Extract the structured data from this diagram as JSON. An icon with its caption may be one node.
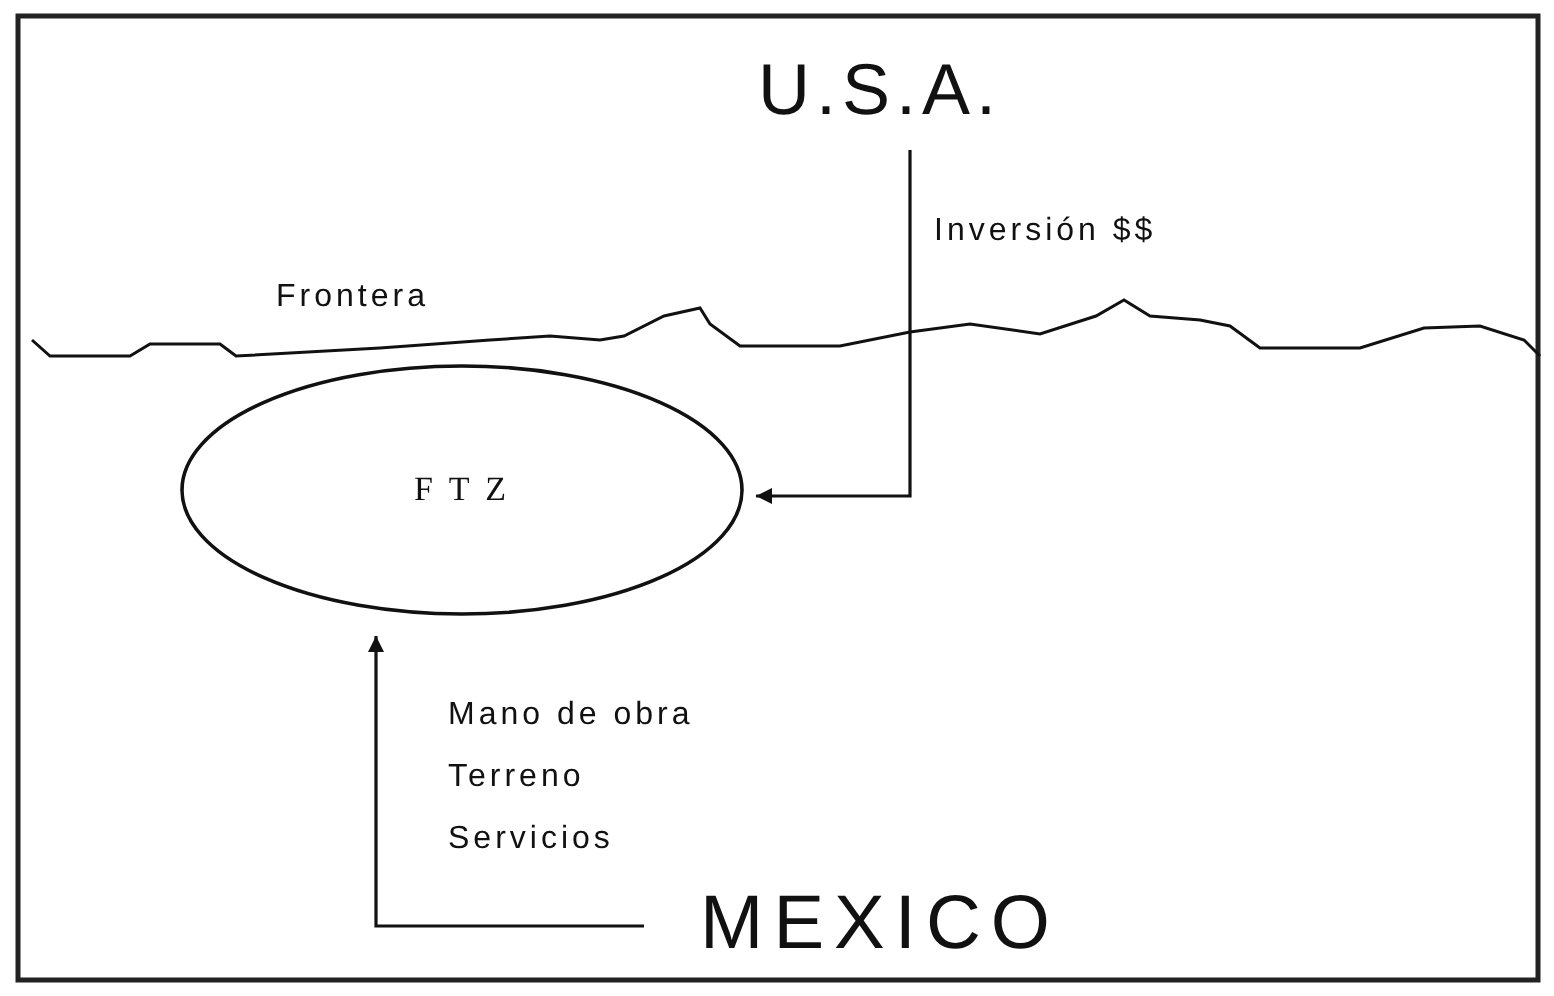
{
  "diagram": {
    "nodes": [
      {
        "text": [
          "U.S.A."
        ]
      },
      {
        "text": [
          "F T Z"
        ]
      },
      {
        "text": [
          "MEXICO"
        ]
      }
    ],
    "edges": [
      {
        "from": 0,
        "to": 1,
        "arrow": "to",
        "label": "Inversión $$"
      },
      {
        "from": 2,
        "to": 1,
        "arrow": "to",
        "label": "Mano de obra Terreno Servicios"
      }
    ],
    "labels": [
      "Frontera"
    ]
  }
}
